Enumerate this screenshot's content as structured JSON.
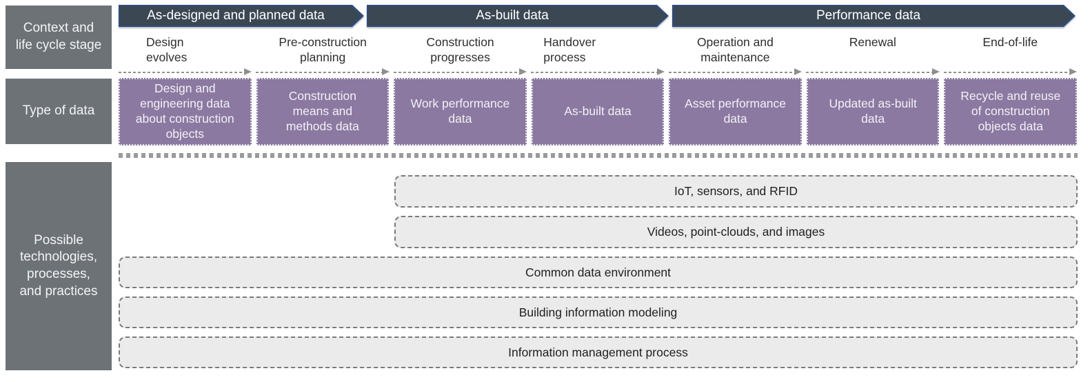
{
  "banners": [
    {
      "label": "As-designed and planned data"
    },
    {
      "label": "As-built data"
    },
    {
      "label": "Performance data"
    }
  ],
  "row_headers": [
    {
      "label": "Context and\nlife cycle stage"
    },
    {
      "label": "Type of data"
    },
    {
      "label": "Possible\ntechnologies,\nprocesses,\nand practices"
    }
  ],
  "stages": [
    {
      "label": "Design\nevolves"
    },
    {
      "label": "Pre-construction\nplanning"
    },
    {
      "label": "Construction\nprogresses"
    },
    {
      "label": "Handover\nprocess"
    },
    {
      "label": "Operation and\nmaintenance"
    },
    {
      "label": "Renewal"
    },
    {
      "label": "End-of-life"
    }
  ],
  "data_types": [
    {
      "label": "Design and\nengineering data\nabout construction\nobjects"
    },
    {
      "label": "Construction\nmeans and\nmethods data"
    },
    {
      "label": "Work performance\ndata"
    },
    {
      "label": "As-built data"
    },
    {
      "label": "Asset performance\ndata"
    },
    {
      "label": "Updated as-built\ndata"
    },
    {
      "label": "Recycle and reuse\nof construction\nobjects data"
    }
  ],
  "technologies": [
    {
      "label": "IoT, sensors, and RFID"
    },
    {
      "label": "Videos, point-clouds, and images"
    },
    {
      "label": "Common data environment"
    },
    {
      "label": "Building information modeling"
    },
    {
      "label": "Information management process"
    }
  ],
  "colors": {
    "banner_fill": "#3b4753",
    "banner_border": "#2e4d7c",
    "row_header_gray": "#6d7277",
    "data_type_purple": "#8b79a1",
    "tech_box_fill": "#ebebeb",
    "tech_box_border": "#7a7a7a",
    "arrow_gray": "#8f8f8f",
    "separator_gray": "#9a9a9a",
    "text_dark": "#2e2e2e",
    "text_white": "#ffffff"
  }
}
